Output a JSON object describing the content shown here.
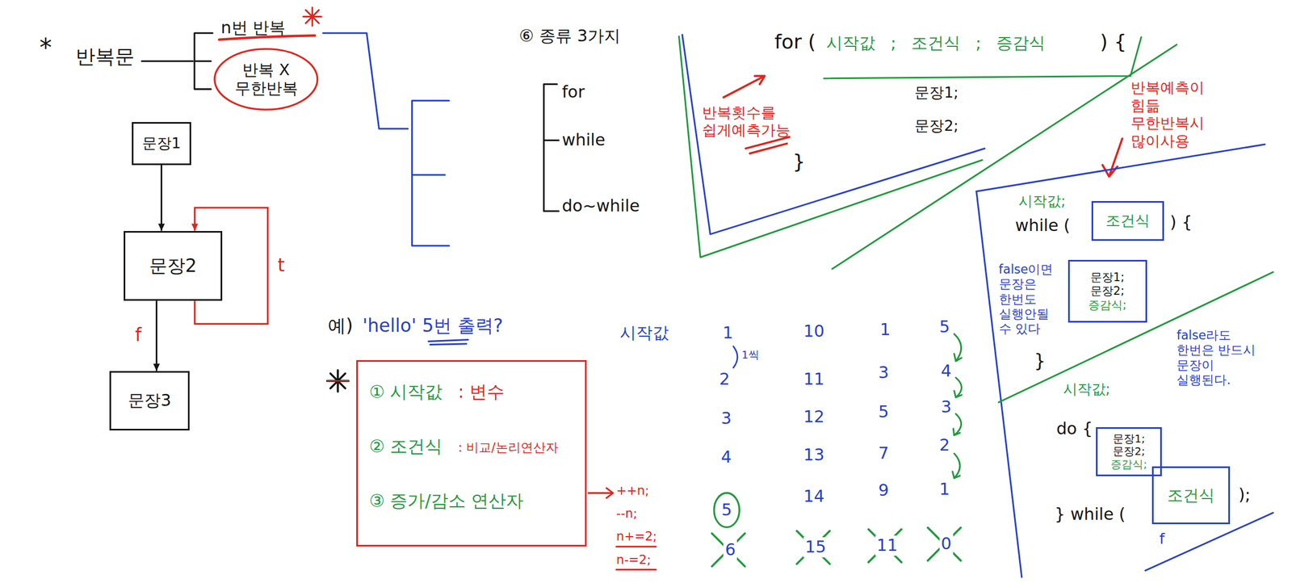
{
  "diagram": {
    "nodes": [
      {
        "text": [
          "반복 X",
          "무한반복"
        ]
      },
      {
        "text": [
          "문장1"
        ]
      },
      {
        "text": [
          "문장2"
        ]
      },
      {
        "text": [
          "문장3"
        ]
      },
      {
        "text": [
          "조건식"
        ]
      },
      {
        "text": [
          "문장1;",
          "문장2;",
          "증감식;"
        ]
      },
      {
        "text": [
          "① 시작값",
          ": 변수",
          "② 조건식",
          ": 비교/논리연산자",
          "③ 증가/감소 연산자"
        ]
      },
      {
        "text": [
          "5"
        ]
      },
      {
        "text": [
          "문장1;",
          "문장2;",
          "증감식;"
        ]
      },
      {
        "text": [
          "조건식"
        ]
      }
    ],
    "edges": [
      {
        "from": 1,
        "to": 2,
        "arrow": "to"
      },
      {
        "from": 2,
        "to": 2,
        "label": "t",
        "arrow": "to"
      },
      {
        "from": 2,
        "to": 3,
        "label": "f",
        "arrow": "to"
      }
    ],
    "labels": [
      "*",
      "반복문",
      "n번 반복",
      "⑥ 종류 3가지",
      "for",
      "while",
      "do~while",
      "for (",
      "시작값 ; 조건식 ; 증감식",
      ") {",
      "문장1;",
      "문장2;",
      "}",
      "반복횟수를 쉽게예측가능",
      "반복예측이 힘듦 무한반복시 많이사용",
      "시작값;",
      "while (",
      ") {",
      "false이면 문장은 한번도 실행안될 수 있다",
      "}",
      "시작값;",
      "do {",
      "false라도 한번은 반드시 문장이 실행된다.",
      "} while (",
      ");",
      "f",
      "예)",
      "'hello' 5번 출력?",
      "시작값",
      "1",
      "1씩",
      "2",
      "3",
      "4",
      "6",
      "10",
      "11",
      "12",
      "13",
      "14",
      "15",
      "1",
      "3",
      "5",
      "7",
      "9",
      "11",
      "5",
      "4",
      "3",
      "2",
      "1",
      "0",
      "++n;",
      "--n;",
      "n+=2;",
      "n-=2;"
    ]
  }
}
